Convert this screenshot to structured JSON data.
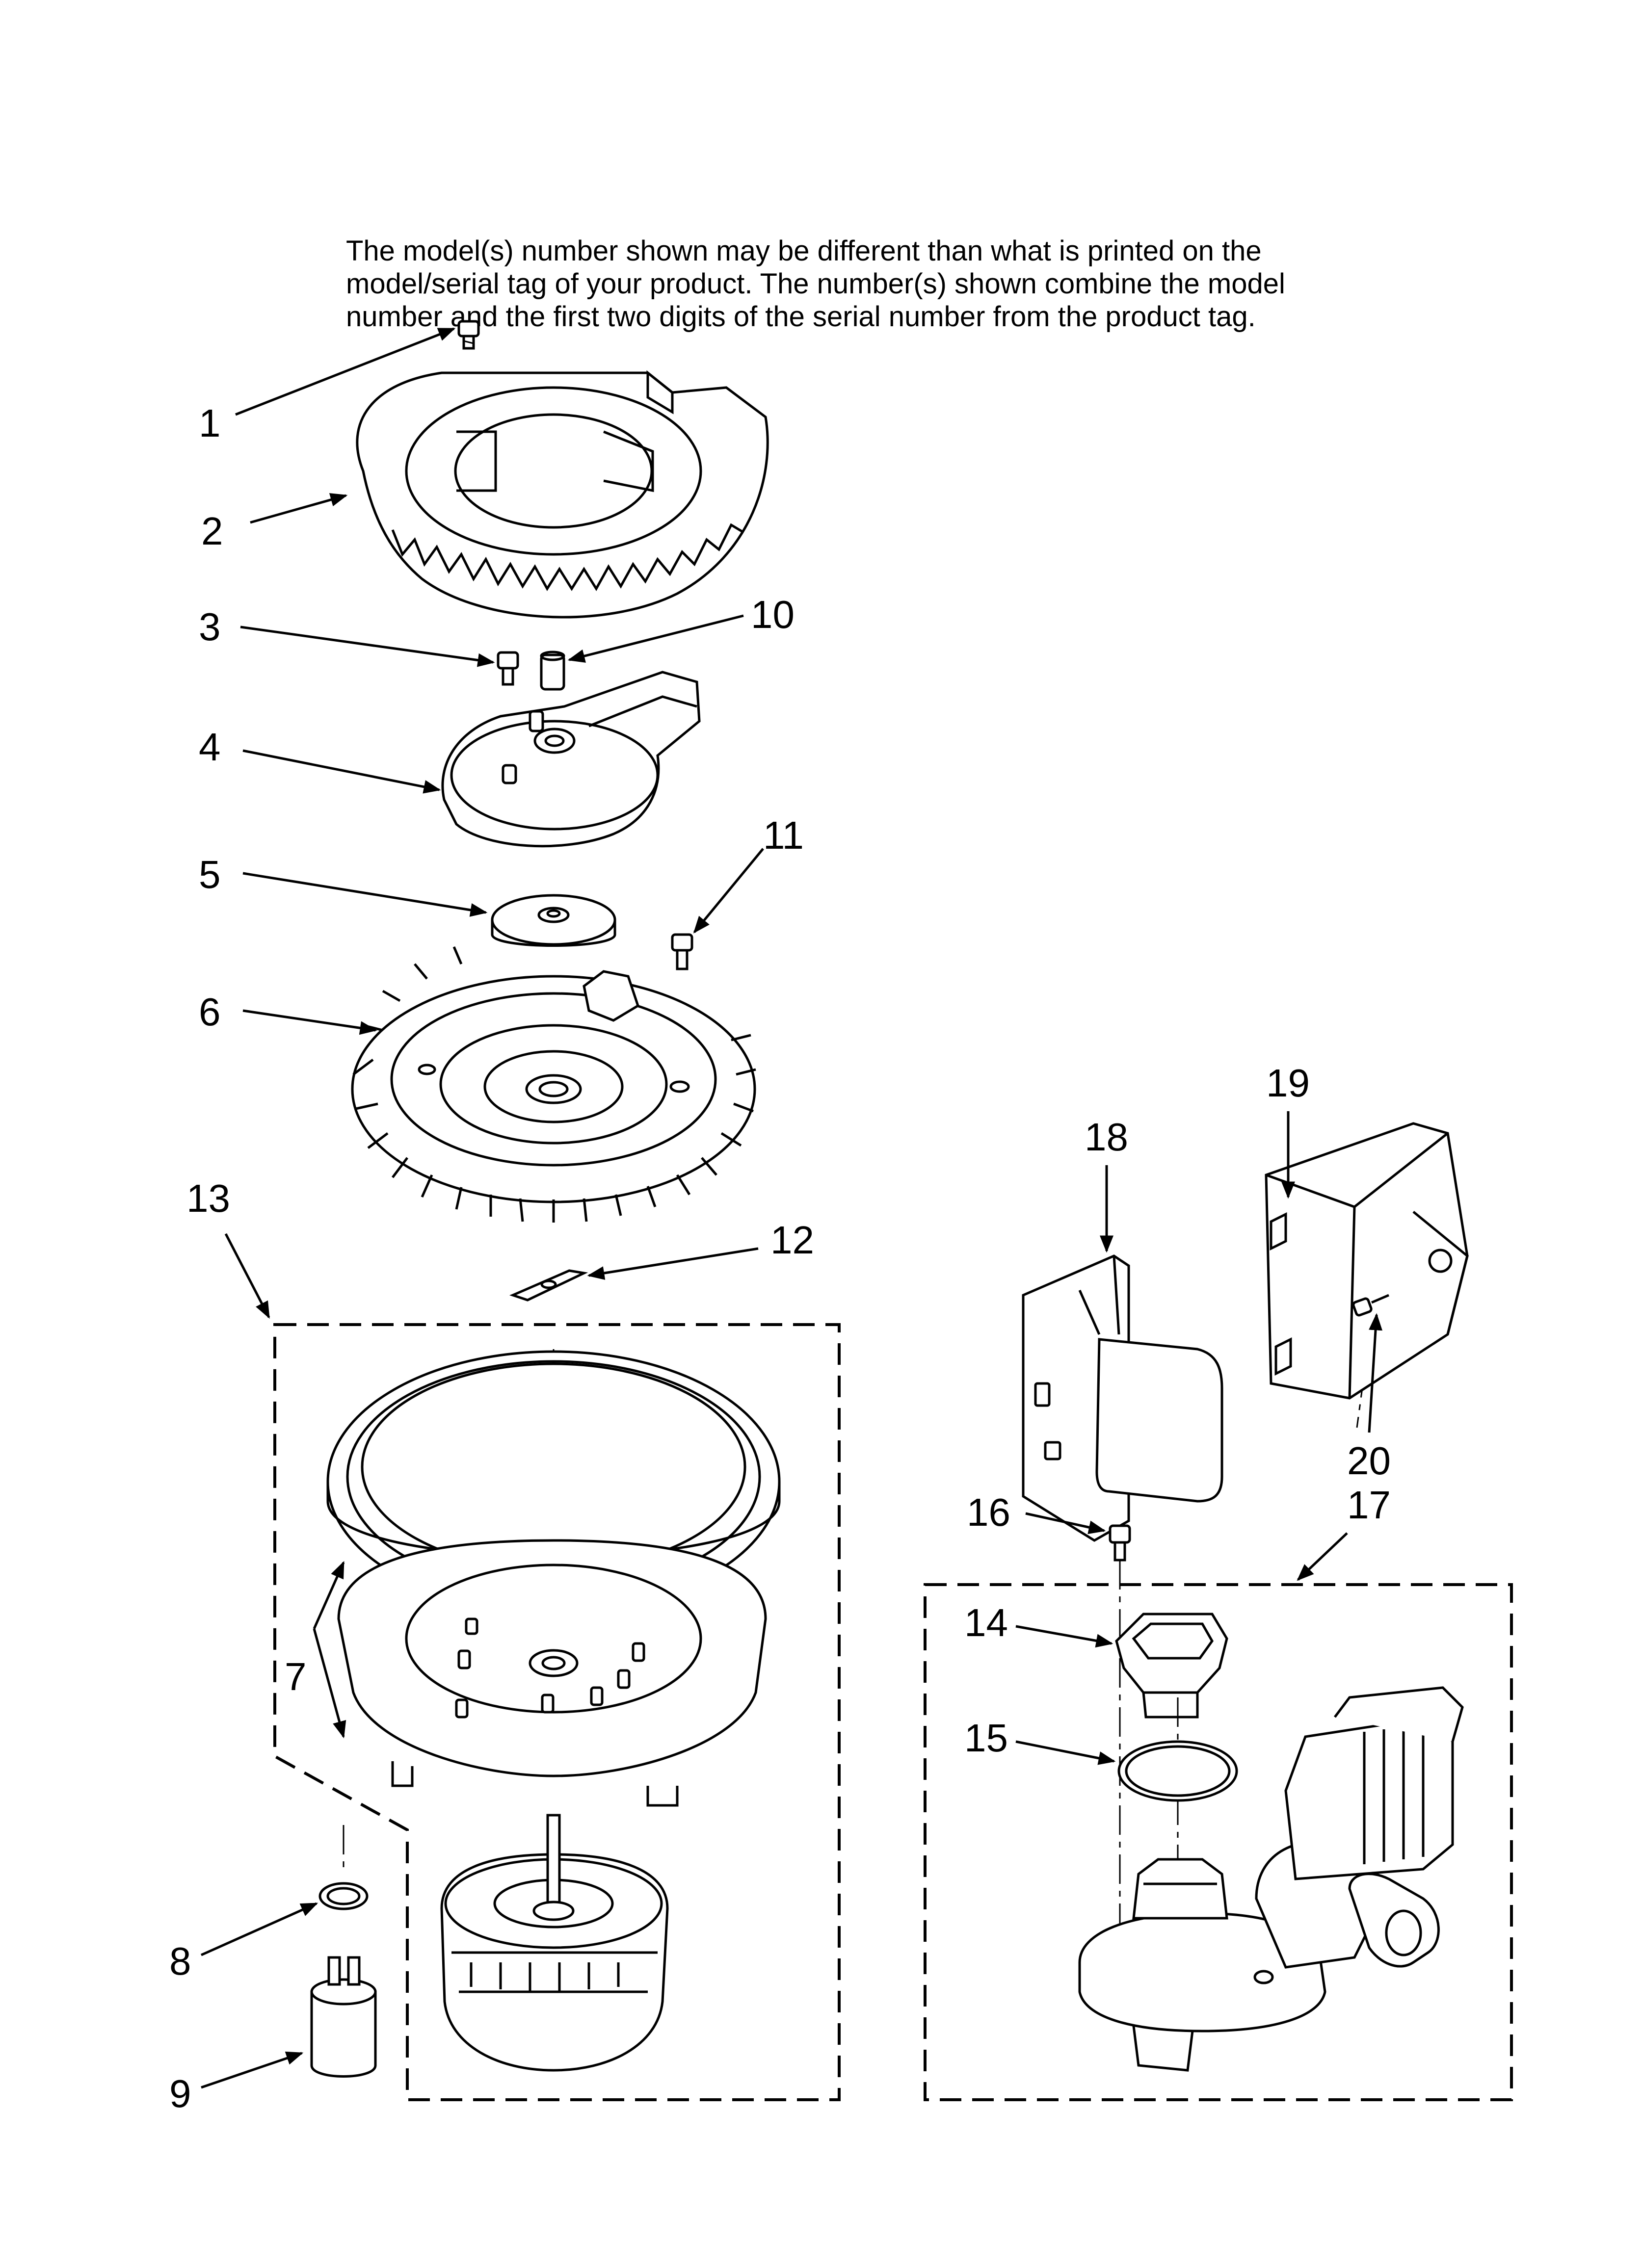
{
  "note": {
    "lines": [
      "The model(s) number shown may be different than what is printed on the",
      "model/serial tag of your product. The number(s) shown combine the model",
      "number and the first two digits of the serial number from the product tag."
    ]
  },
  "callouts": {
    "c1": "1",
    "c2": "2",
    "c3": "3",
    "c4": "4",
    "c5": "5",
    "c6": "6",
    "c7": "7",
    "c8": "8",
    "c9": "9",
    "c10": "10",
    "c11": "11",
    "c12": "12",
    "c13": "13",
    "c14": "14",
    "c15": "15",
    "c16": "16",
    "c17": "17",
    "c18": "18",
    "c19": "19",
    "c20": "20"
  },
  "colors": {
    "line": "#000000",
    "background": "#ffffff"
  }
}
